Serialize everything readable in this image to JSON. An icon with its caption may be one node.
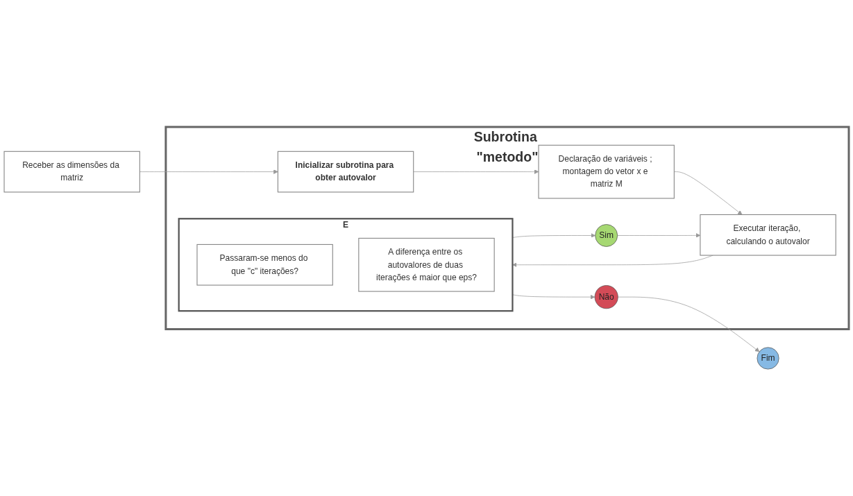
{
  "diagram": {
    "nodes": [
      {
        "text": [
          "Subrotina \"metodo\""
        ]
      },
      {
        "text": [
          "Receber as dimensões da matriz"
        ]
      },
      {
        "text": [
          "Inicializar subrotina para obter autovalor"
        ],
        "in": 0
      },
      {
        "text": [
          "Declaração de variáveis ; montagem do vetor x e matriz M"
        ],
        "in": 0
      },
      {
        "text": [
          "Executar iteração, calculando o autovalor"
        ],
        "in": 0
      },
      {
        "text": [
          "E"
        ],
        "in": 0
      },
      {
        "text": [
          "Passaram-se menos do que \"c\" iterações?"
        ],
        "in": 5
      },
      {
        "text": [
          "A diferença entre os autovalores de duas iterações é maior que eps?"
        ],
        "in": 5
      },
      {
        "text": [
          "Não"
        ],
        "in": 0
      },
      {
        "text": [
          "Sim"
        ],
        "in": 0
      },
      {
        "text": [
          "Fim"
        ]
      }
    ],
    "edges": [
      {
        "from": 1,
        "to": 2,
        "arrow": "to"
      },
      {
        "from": 2,
        "to": 3,
        "arrow": "to"
      },
      {
        "from": 3,
        "to": 4,
        "arrow": "to"
      },
      {
        "from": 4,
        "to": 5,
        "arrow": "to"
      },
      {
        "from": 5,
        "to": 8,
        "arrow": "to"
      },
      {
        "from": 5,
        "to": 9,
        "arrow": "to"
      },
      {
        "from": 9,
        "to": 4,
        "arrow": "to"
      },
      {
        "from": 8,
        "to": 10,
        "arrow": "to"
      }
    ]
  }
}
